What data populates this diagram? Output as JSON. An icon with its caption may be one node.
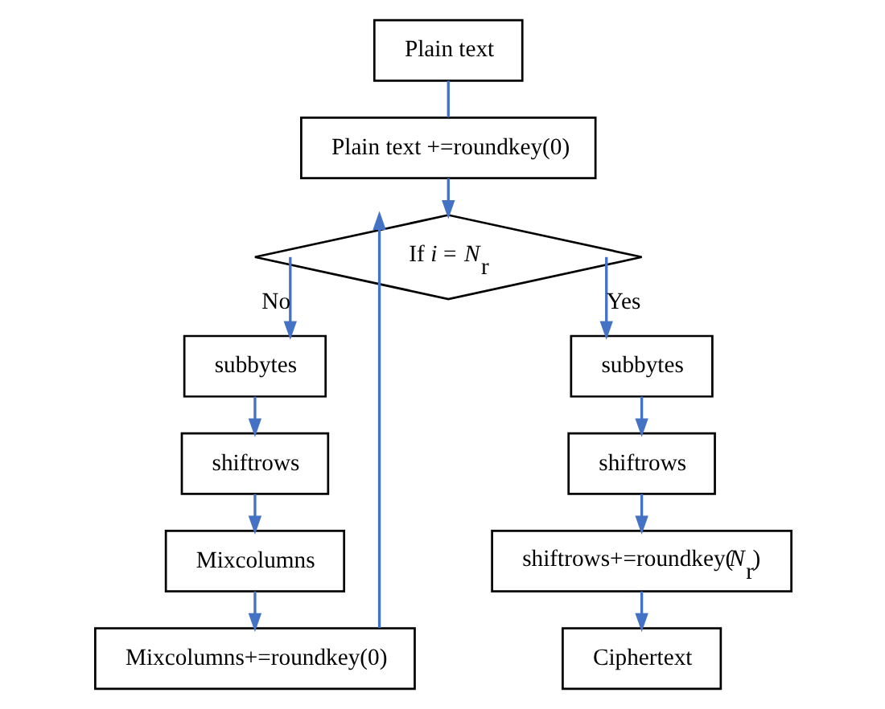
{
  "diagram": {
    "nodes": [
      {
        "text": [
          "Plain text"
        ]
      },
      {
        "text": [
          "Plain text +=roundkey(0)"
        ]
      },
      {
        "text": [
          "If *i* = *N*$_{r}$"
        ]
      },
      {
        "text": [
          "subbytes"
        ]
      },
      {
        "text": [
          "shiftrows"
        ]
      },
      {
        "text": [
          "Mixcolumns"
        ]
      },
      {
        "text": [
          "Mixcolumns+=roundkey(0)"
        ]
      },
      {
        "text": [
          "subbytes"
        ]
      },
      {
        "text": [
          "shiftrows"
        ]
      },
      {
        "text": [
          "shiftrows+=roundkey(*N*$_{r}$)"
        ]
      },
      {
        "text": [
          "Ciphertext"
        ]
      }
    ],
    "edges": [
      {
        "from": 0,
        "to": 1,
        "arrow": "none"
      },
      {
        "from": 1,
        "to": 2,
        "arrow": "to"
      },
      {
        "from": 2,
        "to": 3,
        "arrow": "to",
        "label": "No"
      },
      {
        "from": 2,
        "to": 7,
        "arrow": "to",
        "label": "Yes"
      },
      {
        "from": 3,
        "to": 4,
        "arrow": "to"
      },
      {
        "from": 4,
        "to": 5,
        "arrow": "to"
      },
      {
        "from": 5,
        "to": 6,
        "arrow": "to"
      },
      {
        "from": 6,
        "to": 2,
        "arrow": "to"
      },
      {
        "from": 7,
        "to": 8,
        "arrow": "to"
      },
      {
        "from": 8,
        "to": 9,
        "arrow": "to"
      },
      {
        "from": 9,
        "to": 10,
        "arrow": "to"
      }
    ]
  }
}
